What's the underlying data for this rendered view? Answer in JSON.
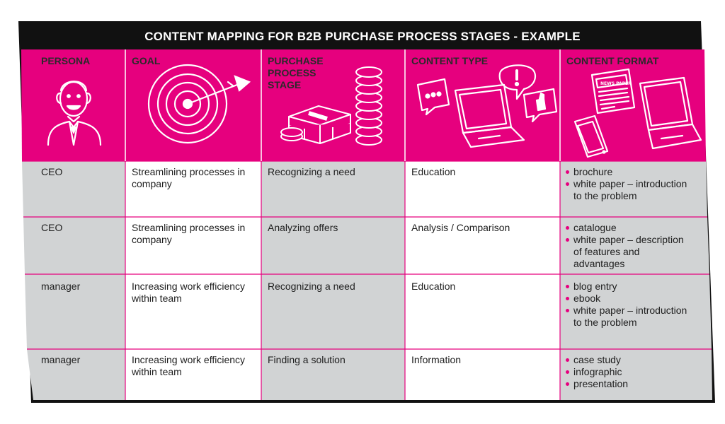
{
  "title": "CONTENT MAPPING FOR B2B PURCHASE PROCESS STAGES - EXAMPLE",
  "colors": {
    "header_bg": "#e6007e",
    "title_bg": "#111111",
    "stripe_grey": "#d1d3d4",
    "row_white": "#ffffff",
    "grid_line": "#e6007e"
  },
  "headers": [
    "PERSONA",
    "GOAL",
    "PURCHASE PROCESS STAGE",
    "CONTENT TYPE",
    "CONTENT FORMAT"
  ],
  "header_icons": [
    "businessman-icon",
    "target-arrow-icon",
    "money-stacks-coins-icon",
    "laptop-chat-bubbles-icon",
    "newspaper-tablet-laptop-icon"
  ],
  "rows": [
    {
      "persona": "CEO",
      "goal": "Streamlining processes in company",
      "stage": "Recognizing a need",
      "type": "Education",
      "formats": [
        "brochure",
        "white paper – introduction to the problem"
      ]
    },
    {
      "persona": "CEO",
      "goal": "Streamlining processes in company",
      "stage": "Analyzing offers",
      "type": "Analysis / Comparison",
      "formats": [
        "catalogue",
        "white paper – description of features and advantages"
      ]
    },
    {
      "persona": "manager",
      "goal": "Increasing work efficiency within team",
      "stage": "Recognizing a need",
      "type": "Education",
      "formats": [
        "blog entry",
        "ebook",
        "white paper – introduction to the problem"
      ]
    },
    {
      "persona": "manager",
      "goal": "Increasing work efficiency within team",
      "stage": "Finding a solution",
      "type": "Information",
      "formats": [
        "case study",
        "infographic",
        "presentation"
      ]
    }
  ]
}
